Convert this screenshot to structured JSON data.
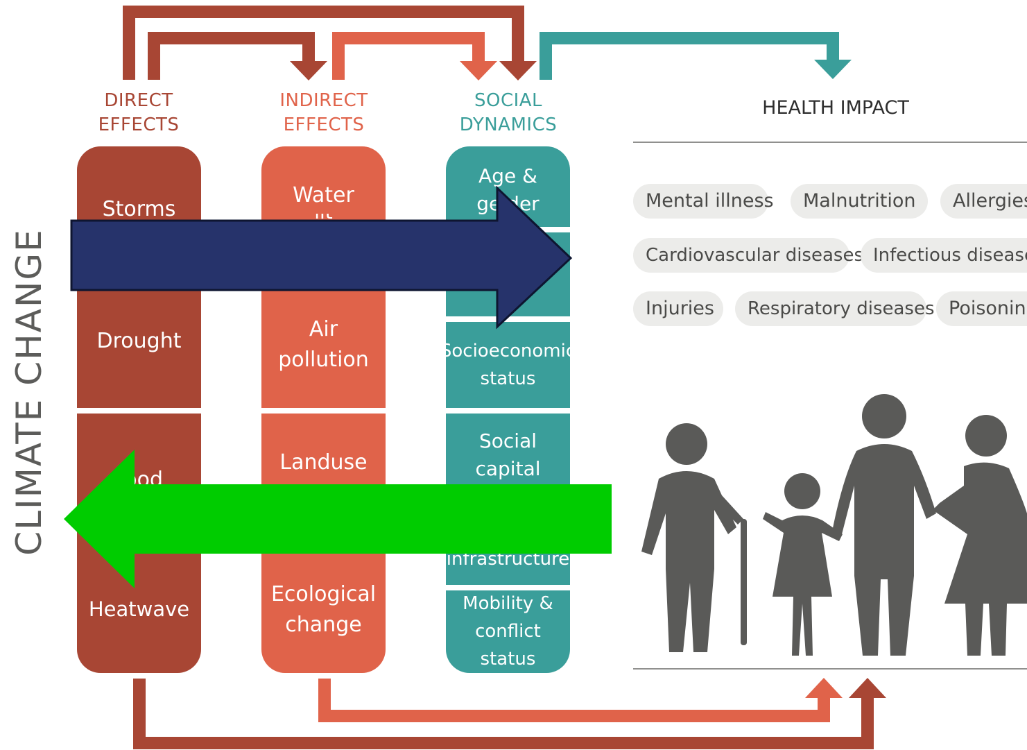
{
  "side_title": "CLIMATE CHANGE",
  "columns": {
    "direct": {
      "title_line1": "DIRECT",
      "title_line2": "EFFECTS",
      "items": [
        "Storms",
        "Drought",
        "ood",
        "Heatwave"
      ]
    },
    "indirect": {
      "title_line1": "INDIRECT",
      "title_line2": "EFFECTS",
      "items": [
        "Water",
        "lit",
        "Air pollution",
        "Landuse",
        "Ecological change"
      ]
    },
    "social": {
      "title_line1": "SOCIAL",
      "title_line2": "DYNAMICS",
      "items": [
        "Age & ge der",
        "Socioeconomic status",
        "Social capital",
        "infrastructure",
        "Mobility & conflict status"
      ]
    }
  },
  "health": {
    "title": "HEALTH IMPACT",
    "conditions": [
      "Mental illness",
      "Malnutrition",
      "Allergies",
      "Cardiovascular diseases",
      "Infectious diseases",
      "Injuries",
      "Respiratory diseases",
      "Poisoning"
    ]
  },
  "colors": {
    "direct": "#a84634",
    "indirect": "#e0634a",
    "social": "#3a9e9a",
    "people": "#5a5a58",
    "pill_bg": "#ececea",
    "overlay_right": "#26336b",
    "overlay_left": "#00cc00"
  },
  "icons": [
    "people-family-icon",
    "right-arrow-icon",
    "left-arrow-icon"
  ]
}
